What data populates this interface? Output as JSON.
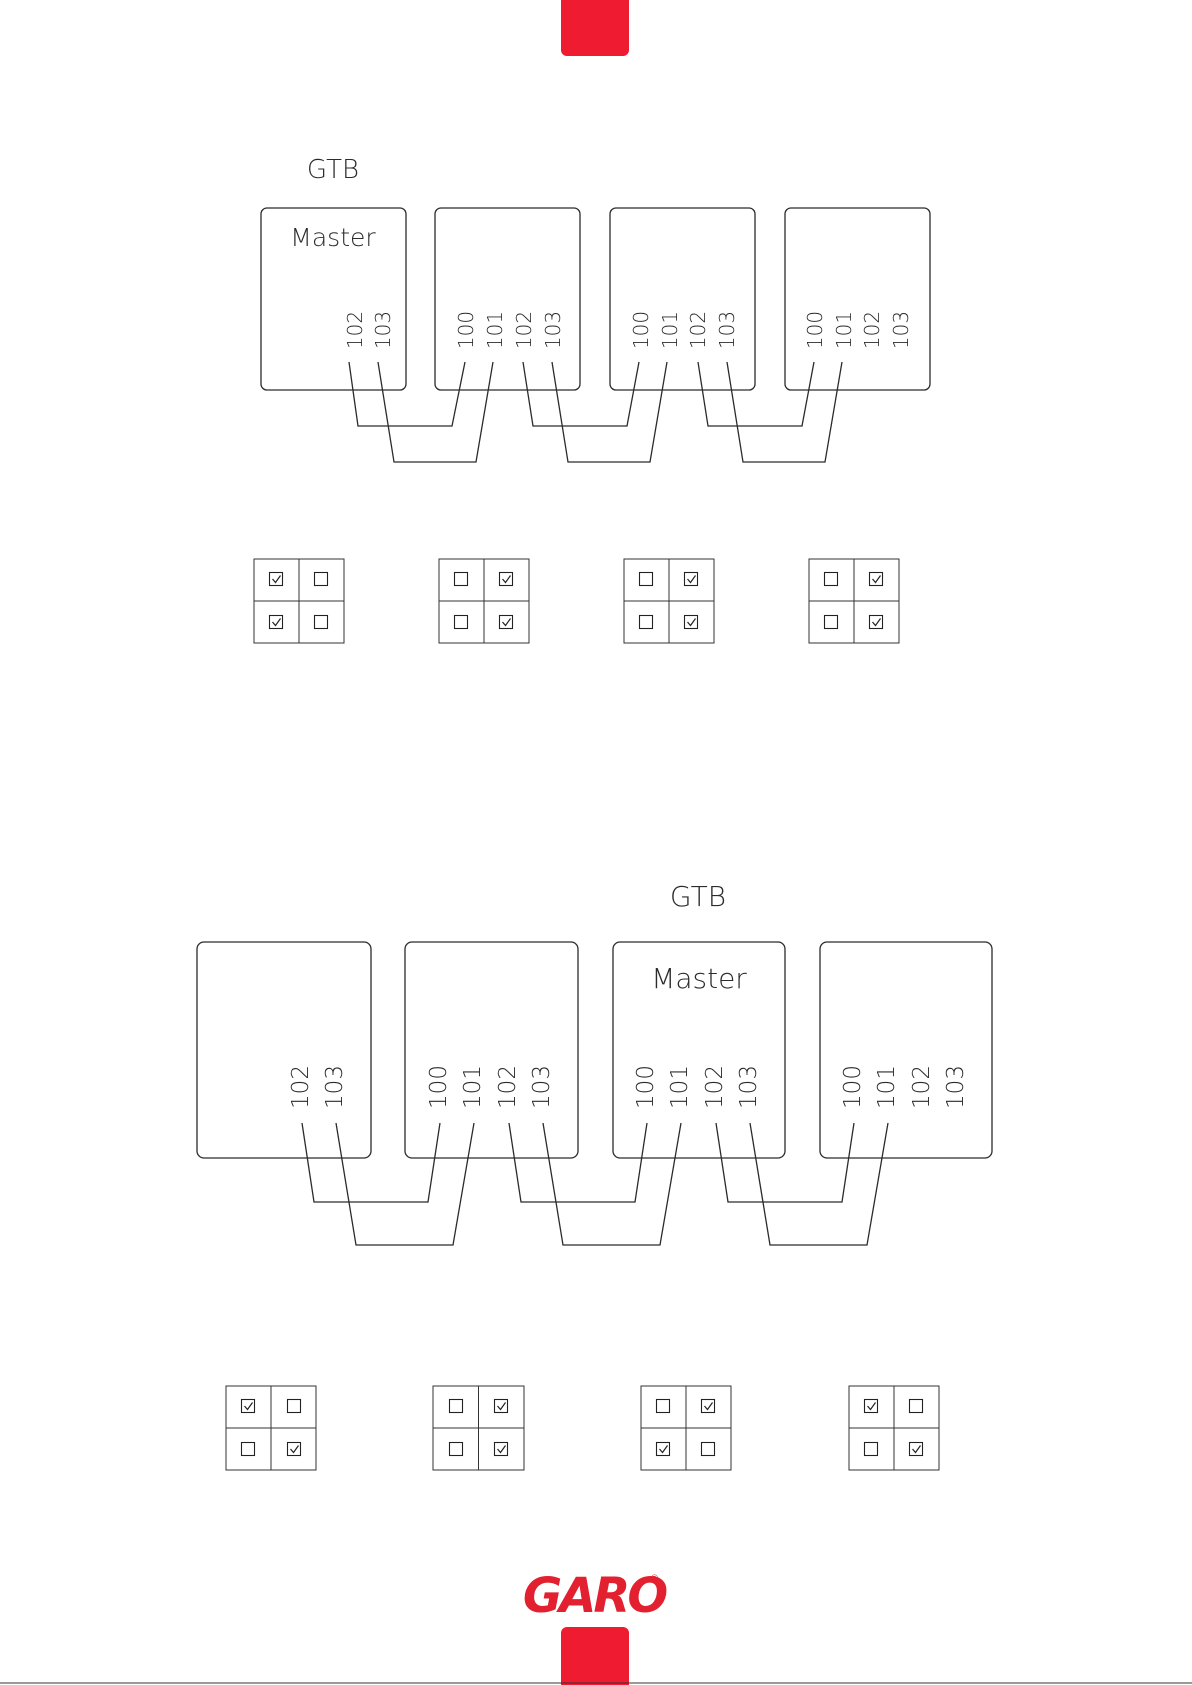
{
  "diagrams": [
    {
      "gtb_label": "GTB",
      "master_label": "Master",
      "units": [
        {
          "terminals": [
            "102",
            "103"
          ]
        },
        {
          "terminals": [
            "100",
            "101",
            "102",
            "103"
          ]
        },
        {
          "terminals": [
            "100",
            "101",
            "102",
            "103"
          ]
        },
        {
          "terminals": [
            "100",
            "101",
            "102",
            "103"
          ]
        }
      ],
      "switches": [
        [
          true,
          false,
          true,
          false
        ],
        [
          false,
          true,
          false,
          true
        ],
        [
          false,
          true,
          false,
          true
        ],
        [
          false,
          true,
          false,
          true
        ]
      ]
    },
    {
      "gtb_label": "GTB",
      "master_label": "Master",
      "units": [
        {
          "terminals": [
            "102",
            "103"
          ]
        },
        {
          "terminals": [
            "100",
            "101",
            "102",
            "103"
          ]
        },
        {
          "terminals": [
            "100",
            "101",
            "102",
            "103"
          ]
        },
        {
          "terminals": [
            "100",
            "101",
            "102",
            "103"
          ]
        }
      ],
      "switches": [
        [
          true,
          false,
          false,
          true
        ],
        [
          false,
          true,
          false,
          true
        ],
        [
          false,
          true,
          true,
          false
        ],
        [
          true,
          false,
          false,
          true
        ]
      ]
    }
  ],
  "logo": {
    "text": "GARO",
    "registered": "®"
  },
  "colors": {
    "accent": "#ee1b31",
    "line": "#2b2b2b"
  }
}
